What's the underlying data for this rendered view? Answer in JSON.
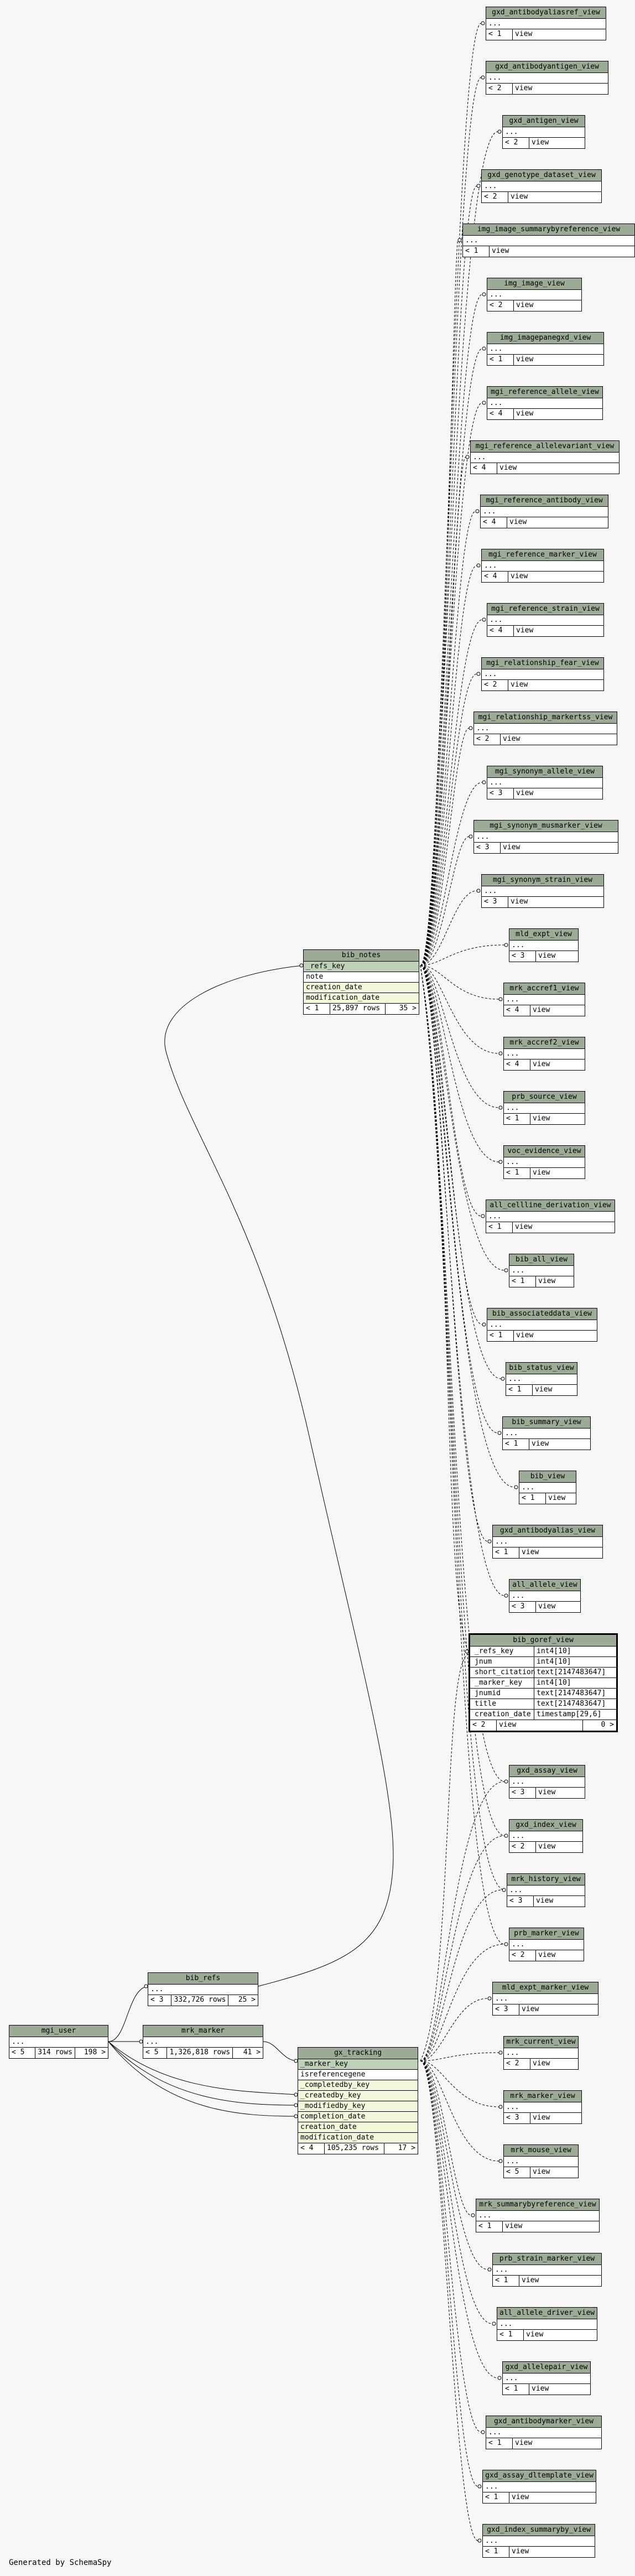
{
  "generated_by": "Generated by SchemaSpy",
  "focus_table": {
    "name": "bib_goref_view",
    "columns": [
      {
        "name": "_refs_key",
        "type": "int4[10]"
      },
      {
        "name": "jnum",
        "type": "int4[10]"
      },
      {
        "name": "short_citation",
        "type": "text[2147483647]"
      },
      {
        "name": "_marker_key",
        "type": "int4[10]"
      },
      {
        "name": "jnumid",
        "type": "text[2147483647]"
      },
      {
        "name": "title",
        "type": "text[2147483647]"
      },
      {
        "name": "creation_date",
        "type": "timestamp[29,6]"
      }
    ],
    "footer": {
      "parents": "< 2",
      "type": "view",
      "children": "0 >"
    }
  },
  "bib_notes": {
    "name": "bib_notes",
    "rows": [
      {
        "text": "_refs_key",
        "kind": "key"
      },
      {
        "text": "note",
        "kind": "plain"
      },
      {
        "text": "creation_date",
        "kind": "idx"
      },
      {
        "text": "modification_date",
        "kind": "idx"
      }
    ],
    "footer": {
      "parents": "< 1",
      "type": "25,897 rows",
      "children": "35 >"
    }
  },
  "bib_refs": {
    "name": "bib_refs",
    "rows": [
      {
        "text": "...",
        "kind": "plain"
      }
    ],
    "footer": {
      "parents": "< 3",
      "type": "332,726 rows",
      "children": "25 >"
    }
  },
  "mgi_user": {
    "name": "mgi_user",
    "rows": [
      {
        "text": "...",
        "kind": "plain"
      }
    ],
    "footer": {
      "parents": "< 5",
      "type": "314 rows",
      "children": "198 >"
    }
  },
  "mrk_marker": {
    "name": "mrk_marker",
    "rows": [
      {
        "text": "...",
        "kind": "plain"
      }
    ],
    "footer": {
      "parents": "< 5",
      "type": "1,326,818 rows",
      "children": "41 >"
    }
  },
  "gx_tracking": {
    "name": "gx_tracking",
    "rows": [
      {
        "text": "_marker_key",
        "kind": "key"
      },
      {
        "text": "isreferencegene",
        "kind": "plain"
      },
      {
        "text": "_completedby_key",
        "kind": "idx"
      },
      {
        "text": "_createdby_key",
        "kind": "idx"
      },
      {
        "text": "_modifiedby_key",
        "kind": "idx"
      },
      {
        "text": "completion_date",
        "kind": "idx"
      },
      {
        "text": "creation_date",
        "kind": "idx"
      },
      {
        "text": "modification_date",
        "kind": "idx"
      }
    ],
    "footer": {
      "parents": "< 4",
      "type": "105,235 rows",
      "children": "17 >"
    }
  },
  "views": [
    {
      "name": "gxd_antibodyaliasref_view",
      "parents": "< 1"
    },
    {
      "name": "gxd_antibodyantigen_view",
      "parents": "< 2"
    },
    {
      "name": "gxd_antigen_view",
      "parents": "< 2"
    },
    {
      "name": "gxd_genotype_dataset_view",
      "parents": "< 2"
    },
    {
      "name": "img_image_summarybyreference_view",
      "parents": "< 1"
    },
    {
      "name": "img_image_view",
      "parents": "< 2"
    },
    {
      "name": "img_imagepanegxd_view",
      "parents": "< 1"
    },
    {
      "name": "mgi_reference_allele_view",
      "parents": "< 4"
    },
    {
      "name": "mgi_reference_allelevariant_view",
      "parents": "< 4"
    },
    {
      "name": "mgi_reference_antibody_view",
      "parents": "< 4"
    },
    {
      "name": "mgi_reference_marker_view",
      "parents": "< 4"
    },
    {
      "name": "mgi_reference_strain_view",
      "parents": "< 4"
    },
    {
      "name": "mgi_relationship_fear_view",
      "parents": "< 2"
    },
    {
      "name": "mgi_relationship_markertss_view",
      "parents": "< 2"
    },
    {
      "name": "mgi_synonym_allele_view",
      "parents": "< 3"
    },
    {
      "name": "mgi_synonym_musmarker_view",
      "parents": "< 3"
    },
    {
      "name": "mgi_synonym_strain_view",
      "parents": "< 3"
    },
    {
      "name": "mld_expt_view",
      "parents": "< 3"
    },
    {
      "name": "mrk_accref1_view",
      "parents": "< 4"
    },
    {
      "name": "mrk_accref2_view",
      "parents": "< 4"
    },
    {
      "name": "prb_source_view",
      "parents": "< 1"
    },
    {
      "name": "voc_evidence_view",
      "parents": "< 1"
    },
    {
      "name": "all_cellline_derivation_view",
      "parents": "< 1"
    },
    {
      "name": "bib_all_view",
      "parents": "< 1"
    },
    {
      "name": "bib_associateddata_view",
      "parents": "< 1"
    },
    {
      "name": "bib_status_view",
      "parents": "< 1"
    },
    {
      "name": "bib_summary_view",
      "parents": "< 1"
    },
    {
      "name": "bib_view",
      "parents": "< 1"
    },
    {
      "name": "gxd_antibodyalias_view",
      "parents": "< 1"
    },
    {
      "name": "all_allele_view",
      "parents": "< 3"
    },
    {
      "name": "gxd_assay_view",
      "parents": "< 3"
    },
    {
      "name": "gxd_index_view",
      "parents": "< 2"
    },
    {
      "name": "mrk_history_view",
      "parents": "< 3"
    },
    {
      "name": "prb_marker_view",
      "parents": "< 2"
    },
    {
      "name": "mld_expt_marker_view",
      "parents": "< 3"
    },
    {
      "name": "mrk_current_view",
      "parents": "< 2"
    },
    {
      "name": "mrk_marker_view",
      "parents": "< 3"
    },
    {
      "name": "mrk_mouse_view",
      "parents": "< 5"
    },
    {
      "name": "mrk_summarybyreference_view",
      "parents": "< 1"
    },
    {
      "name": "prb_strain_marker_view",
      "parents": "< 1"
    },
    {
      "name": "all_allele_driver_view",
      "parents": "< 1"
    },
    {
      "name": "gxd_allelepair_view",
      "parents": "< 1"
    },
    {
      "name": "gxd_antibodymarker_view",
      "parents": "< 1"
    },
    {
      "name": "gxd_assay_dltemplate_view",
      "parents": "< 1"
    },
    {
      "name": "gxd_index_summaryby_view",
      "parents": "< 1"
    }
  ],
  "view_row_text": "...",
  "view_type_text": "view"
}
